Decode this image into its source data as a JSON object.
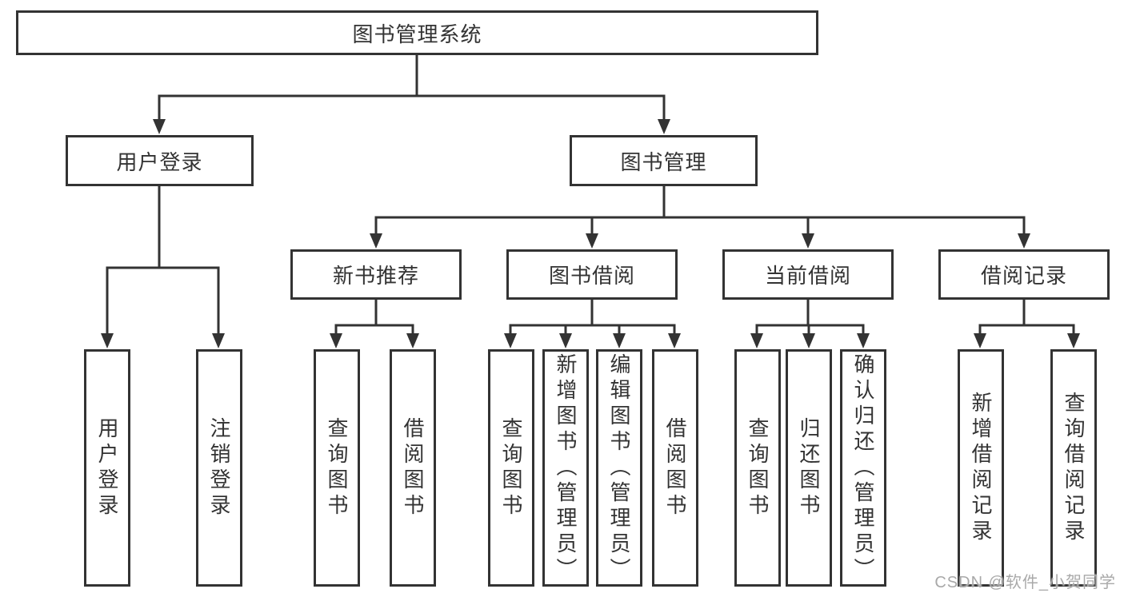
{
  "tree": {
    "label": "图书管理系统",
    "children": [
      {
        "label": "用户登录",
        "children": [
          {
            "label": "用户登录"
          },
          {
            "label": "注销登录"
          }
        ]
      },
      {
        "label": "图书管理",
        "children": [
          {
            "label": "新书推荐",
            "children": [
              {
                "label": "查询图书"
              },
              {
                "label": "借阅图书"
              }
            ]
          },
          {
            "label": "图书借阅",
            "children": [
              {
                "label": "查询图书"
              },
              {
                "label": "新增图书（管理员）"
              },
              {
                "label": "编辑图书（管理员）"
              },
              {
                "label": "借阅图书"
              }
            ]
          },
          {
            "label": "当前借阅",
            "children": [
              {
                "label": "查询图书"
              },
              {
                "label": "归还图书"
              },
              {
                "label": "确认归还（管理员）"
              }
            ]
          },
          {
            "label": "借阅记录",
            "children": [
              {
                "label": "新增借阅记录"
              },
              {
                "label": "查询借阅记录"
              }
            ]
          }
        ]
      }
    ]
  },
  "watermark": {
    "text": "CSDN @软件_小贺同学"
  },
  "colors": {
    "line": "#333333",
    "text": "#333333",
    "background": "#ffffff",
    "watermark": "#a9a9a9"
  }
}
